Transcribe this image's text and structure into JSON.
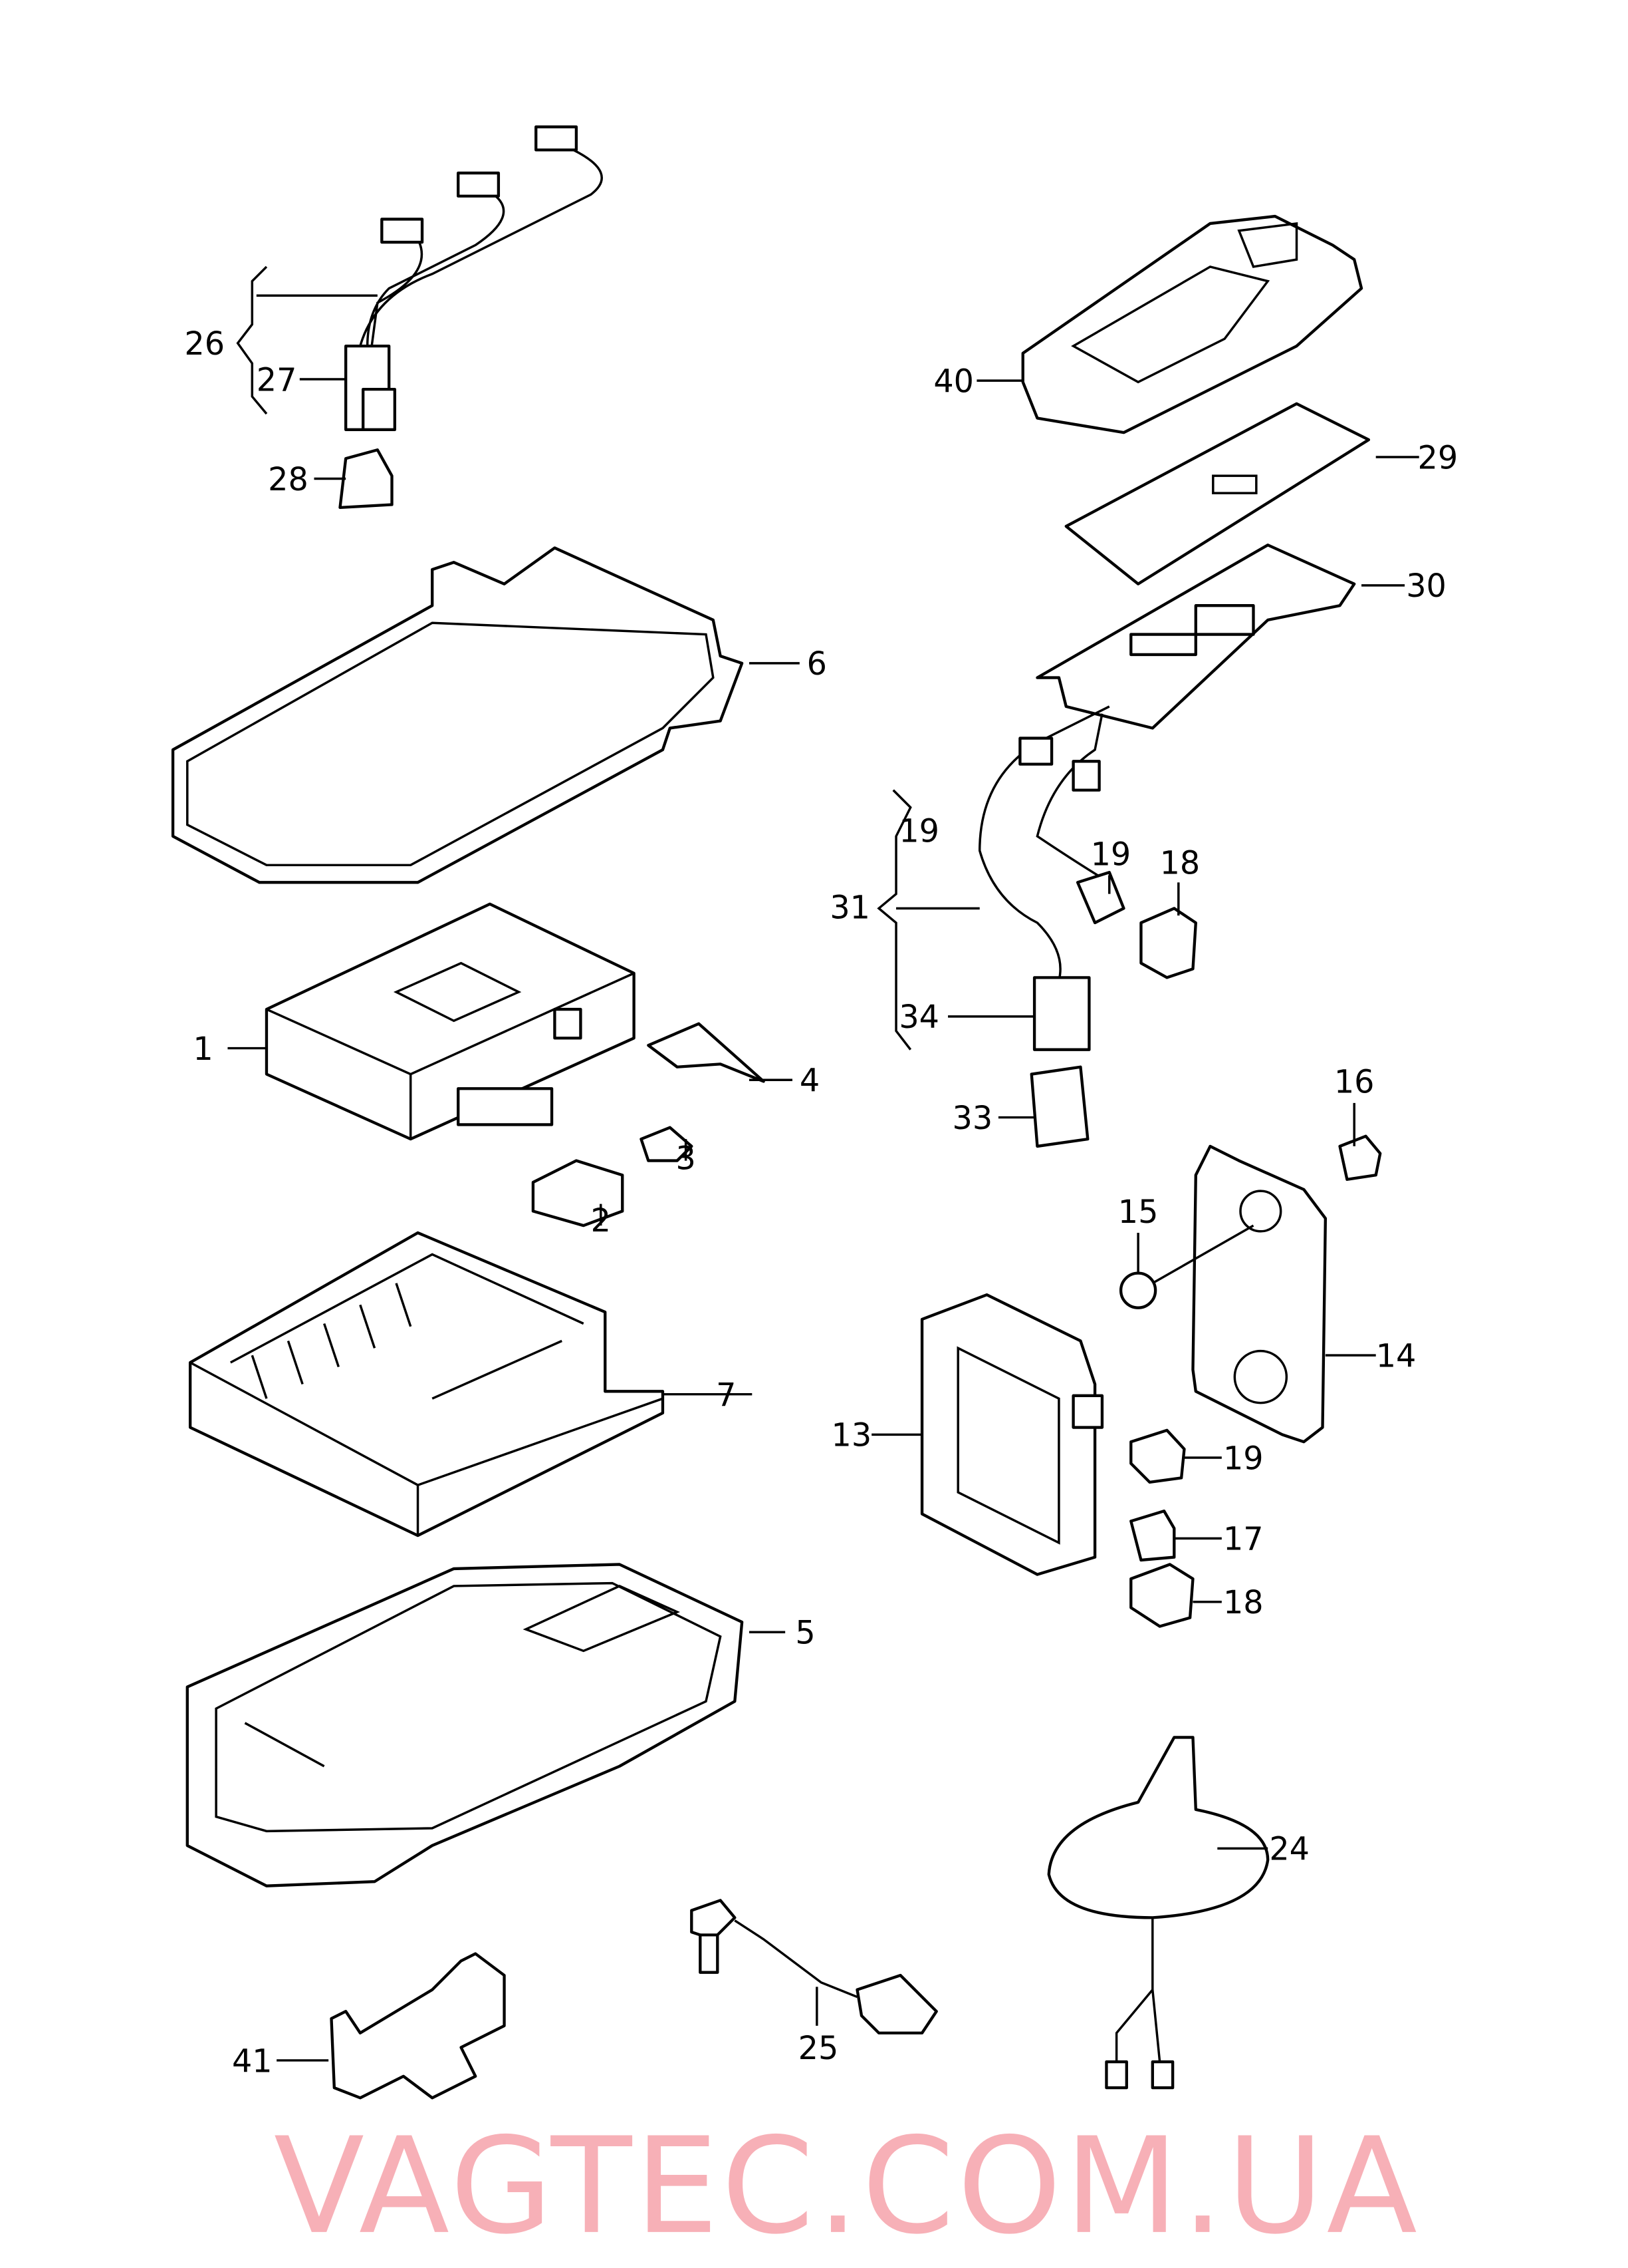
{
  "watermark": "VAGTEC.COM.UA",
  "watermark_color": "#f48e98",
  "callouts": {
    "c26": "26",
    "c27": "27",
    "c28": "28",
    "c40": "40",
    "c29": "29",
    "c30": "30",
    "c6": "6",
    "c19a": "19",
    "c31": "31",
    "c19b": "19",
    "c18a": "18",
    "c34": "34",
    "c1": "1",
    "c4": "4",
    "c3": "3",
    "c2": "2",
    "c33": "33",
    "c16": "16",
    "c15": "15",
    "c14": "14",
    "c7": "7",
    "c13": "13",
    "c19c": "19",
    "c17": "17",
    "c18b": "18",
    "c5": "5",
    "c24": "24",
    "c25": "25",
    "c41": "41"
  }
}
